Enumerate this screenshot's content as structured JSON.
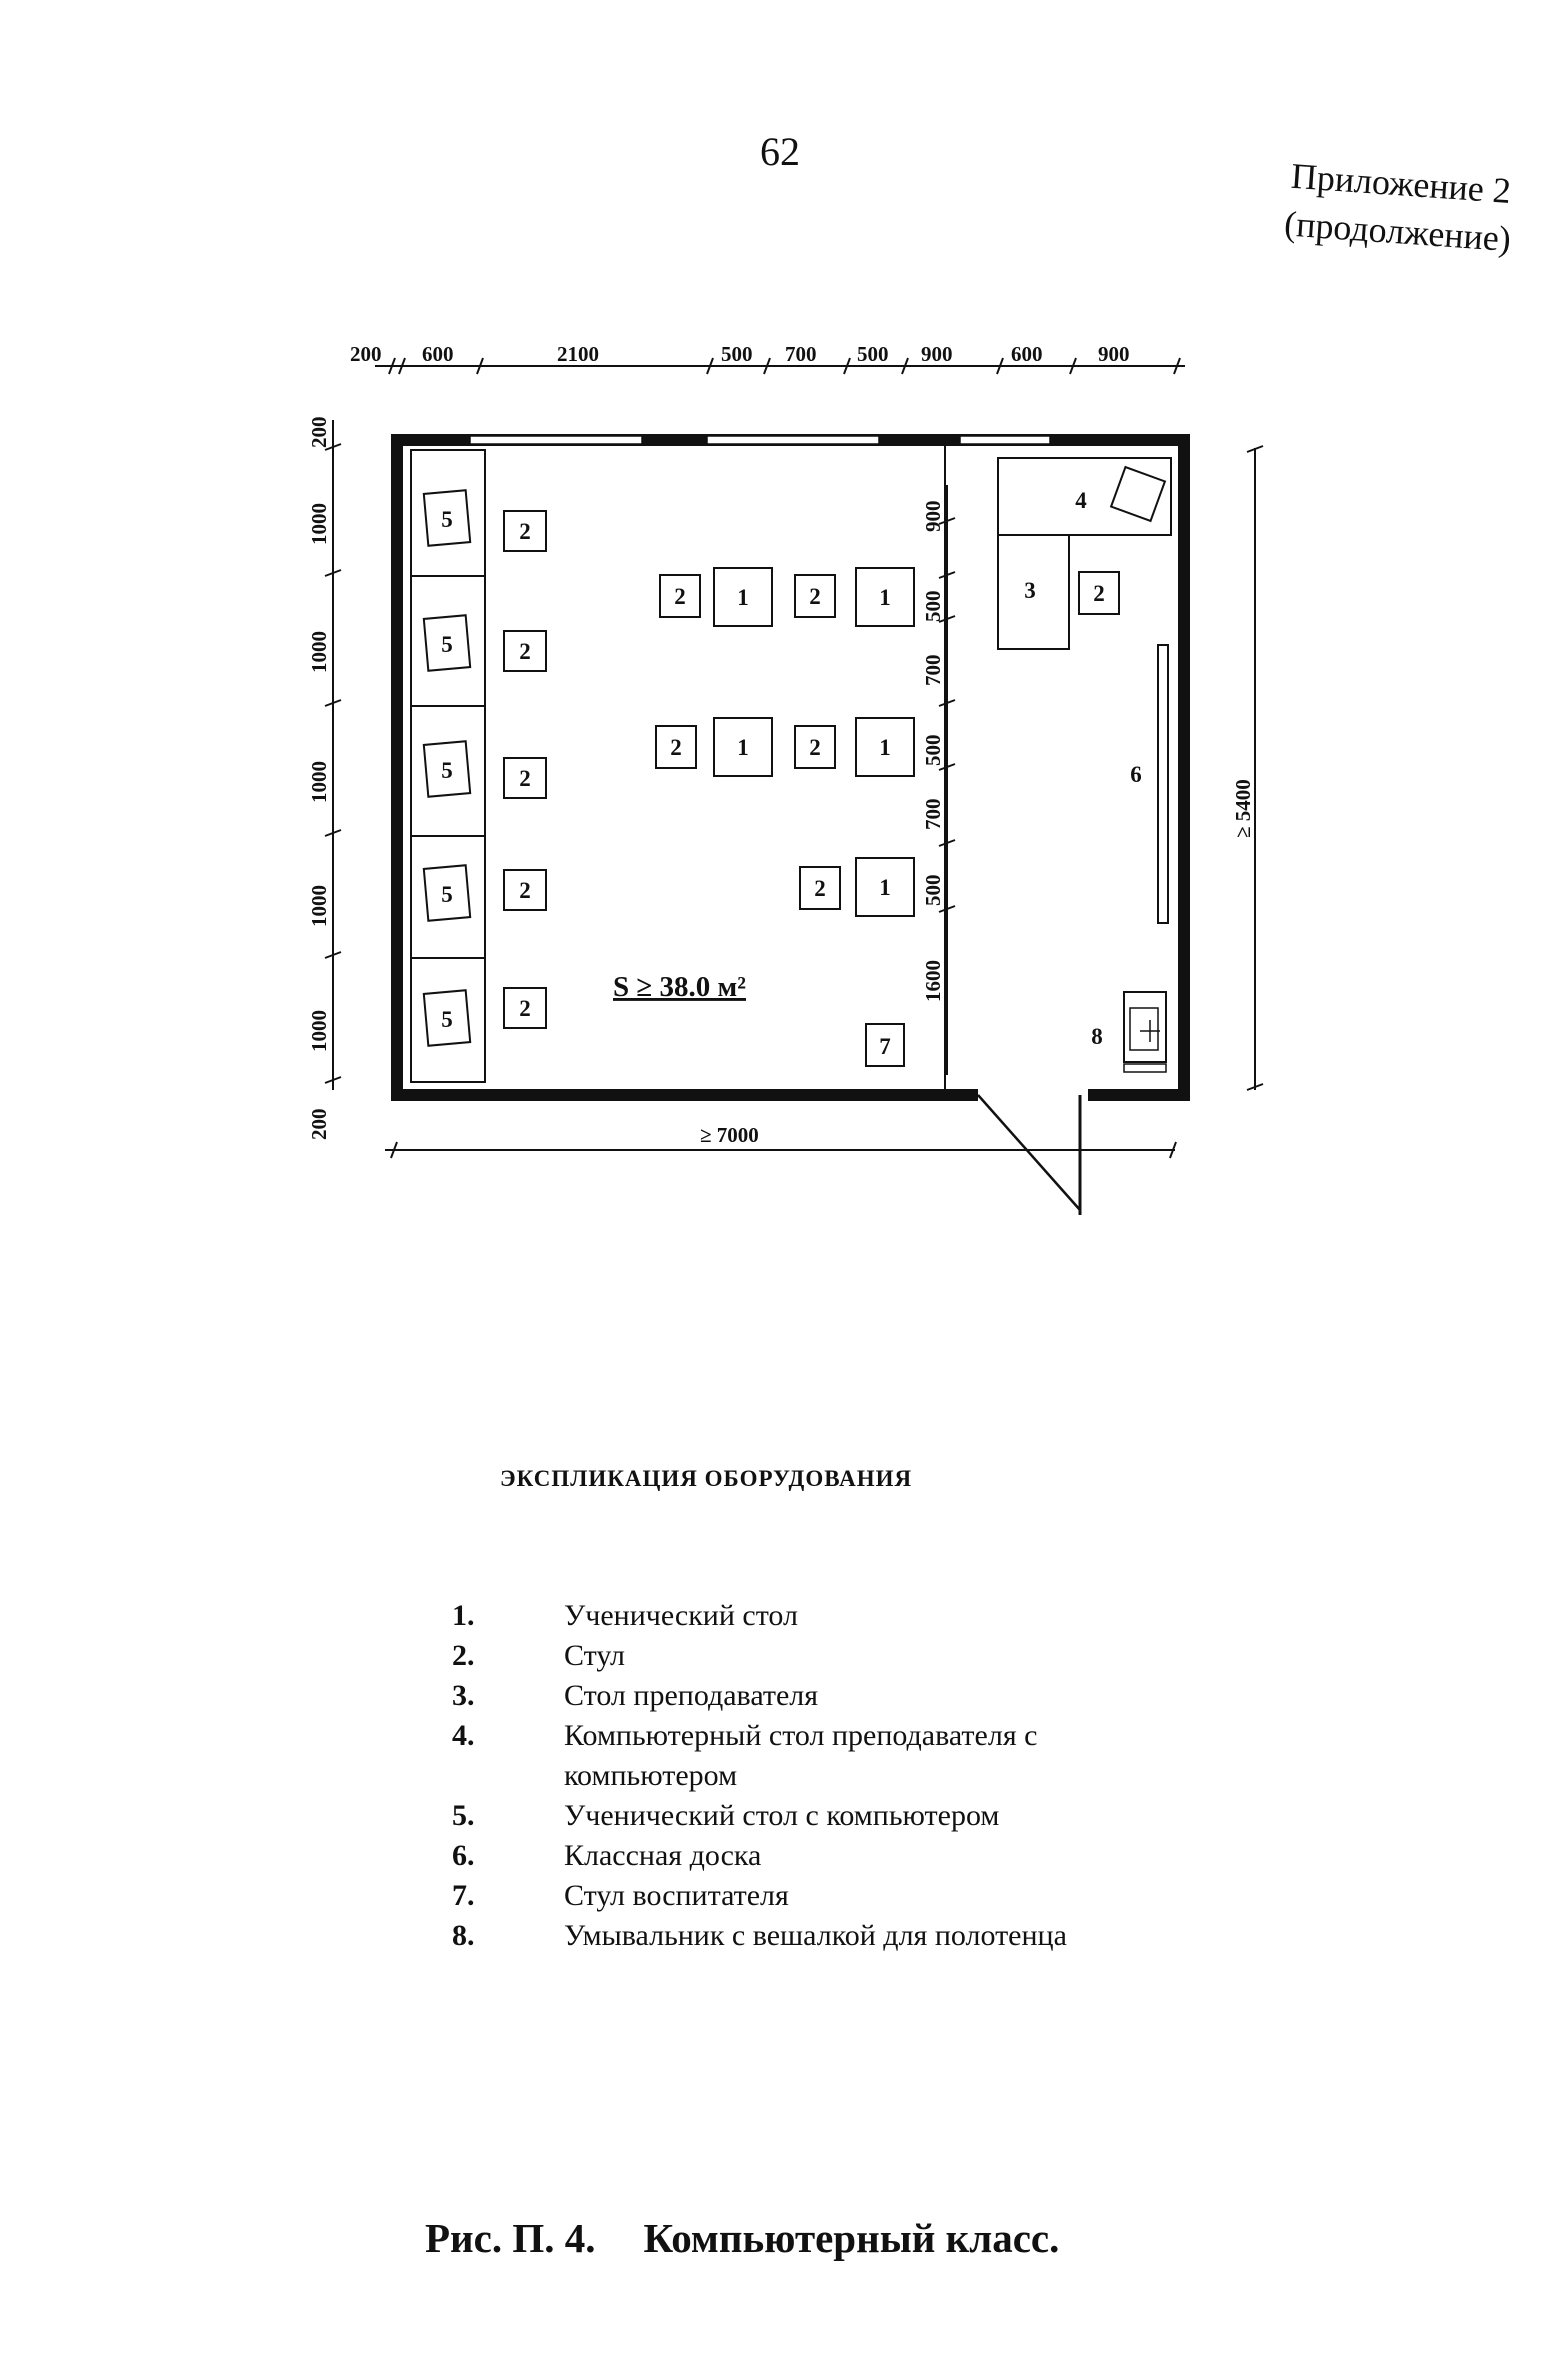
{
  "header": {
    "page_number": "62",
    "appendix_line1": "Приложение 2",
    "appendix_line2": "(продолжение)"
  },
  "plan": {
    "top_dimensions": [
      "200",
      "600",
      "2100",
      "500",
      "700",
      "500",
      "900",
      "600",
      "900"
    ],
    "left_dimensions": [
      "200",
      "1000",
      "1000",
      "1000",
      "1000",
      "1000",
      "200"
    ],
    "inner_dimensions": [
      "900",
      "500",
      "700",
      "500",
      "700",
      "500",
      "1600"
    ],
    "overall_width": "≥ 7000",
    "overall_depth": "≥ 5400",
    "area_label": "S ≥ 38.0 м²",
    "marks": {
      "student_desk": "1",
      "chair": "2",
      "teacher_desk": "3",
      "teacher_computer_desk": "4",
      "student_computer_desk": "5",
      "blackboard": "6",
      "tutor_chair": "7",
      "washbasin": "8"
    }
  },
  "explication": {
    "title": "ЭКСПЛИКАЦИЯ ОБОРУДОВАНИЯ",
    "items": [
      {
        "num": "1.",
        "text": "Ученический стол"
      },
      {
        "num": "2.",
        "text": "Стул"
      },
      {
        "num": "3.",
        "text": "Стол преподавателя"
      },
      {
        "num": "4.",
        "text": "Компьютерный стол преподавателя с компьютером"
      },
      {
        "num": "5.",
        "text": "Ученический стол с компьютером"
      },
      {
        "num": "6.",
        "text": "Классная доска"
      },
      {
        "num": "7.",
        "text": "Стул воспитателя"
      },
      {
        "num": "8.",
        "text": "Умывальник с вешалкой для полотенца"
      }
    ]
  },
  "caption": {
    "label": "Рис. П. 4.",
    "title": "Компьютерный класс."
  }
}
